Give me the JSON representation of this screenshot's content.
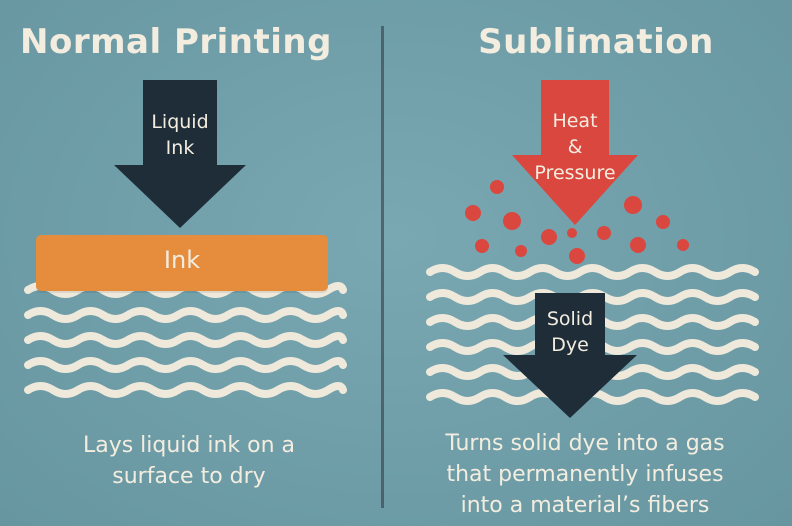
{
  "left_panel": {
    "title": "Normal Printing",
    "arrow_label_line1": "Liquid",
    "arrow_label_line2": "Ink",
    "ink_layer_label": "Ink",
    "caption_line1": "Lays liquid ink on a",
    "caption_line2": "surface to dry"
  },
  "right_panel": {
    "title": "Sublimation",
    "heat_arrow_line1": "Heat",
    "heat_arrow_line2": "&",
    "heat_arrow_line3": "Pressure",
    "dye_arrow_line1": "Solid",
    "dye_arrow_line2": "Dye",
    "caption_line1": "Turns solid dye into a gas",
    "caption_line2": "that permanently infuses",
    "caption_line3": "into a material’s fibers"
  },
  "colors": {
    "background": "#6f9ea8",
    "text": "#f3ede0",
    "dark_arrow": "#1f2d38",
    "heat_arrow": "#d9473f",
    "ink": "#e58c3d",
    "fiber": "#efe9dc",
    "particle": "#d9473f"
  },
  "icons": {
    "fibers": "wavy-lines",
    "particles": "dots"
  }
}
